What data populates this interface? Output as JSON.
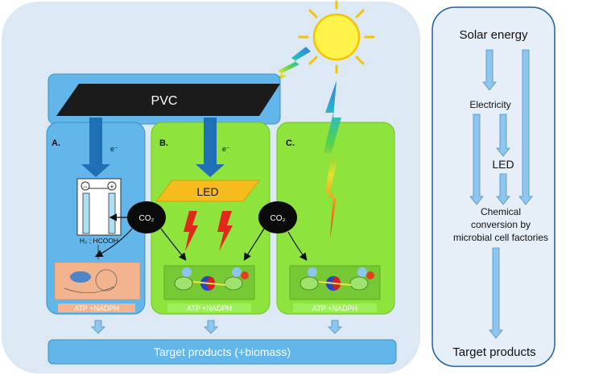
{
  "pvc": {
    "label": "PVC"
  },
  "panels": [
    {
      "label": "A.",
      "electron": "e⁻"
    },
    {
      "label": "B.",
      "electron": "e⁻"
    },
    {
      "label": "C."
    }
  ],
  "led_label": "LED",
  "co2_label": "CO₂",
  "electrochem": {
    "minus": "−",
    "plus": "+",
    "products": "H₂ ; HCOOH"
  },
  "atp_label": "ATP +NADPH",
  "target_bar": "Target products (+biomass)",
  "flow": {
    "solar": "Solar energy",
    "electricity": "Electricity",
    "led": "LED",
    "chem_line1": "Chemical",
    "chem_line2": "conversion by",
    "chem_line3": "microbial cell factories",
    "target": "Target products"
  },
  "colors": {
    "background": "#dce8f3",
    "panel_a": "#62b6ea",
    "panel_green": "#8fe33d",
    "led": "#f6bc1d",
    "arrow": "#1f6fb5",
    "salmon": "#f4b38f"
  }
}
